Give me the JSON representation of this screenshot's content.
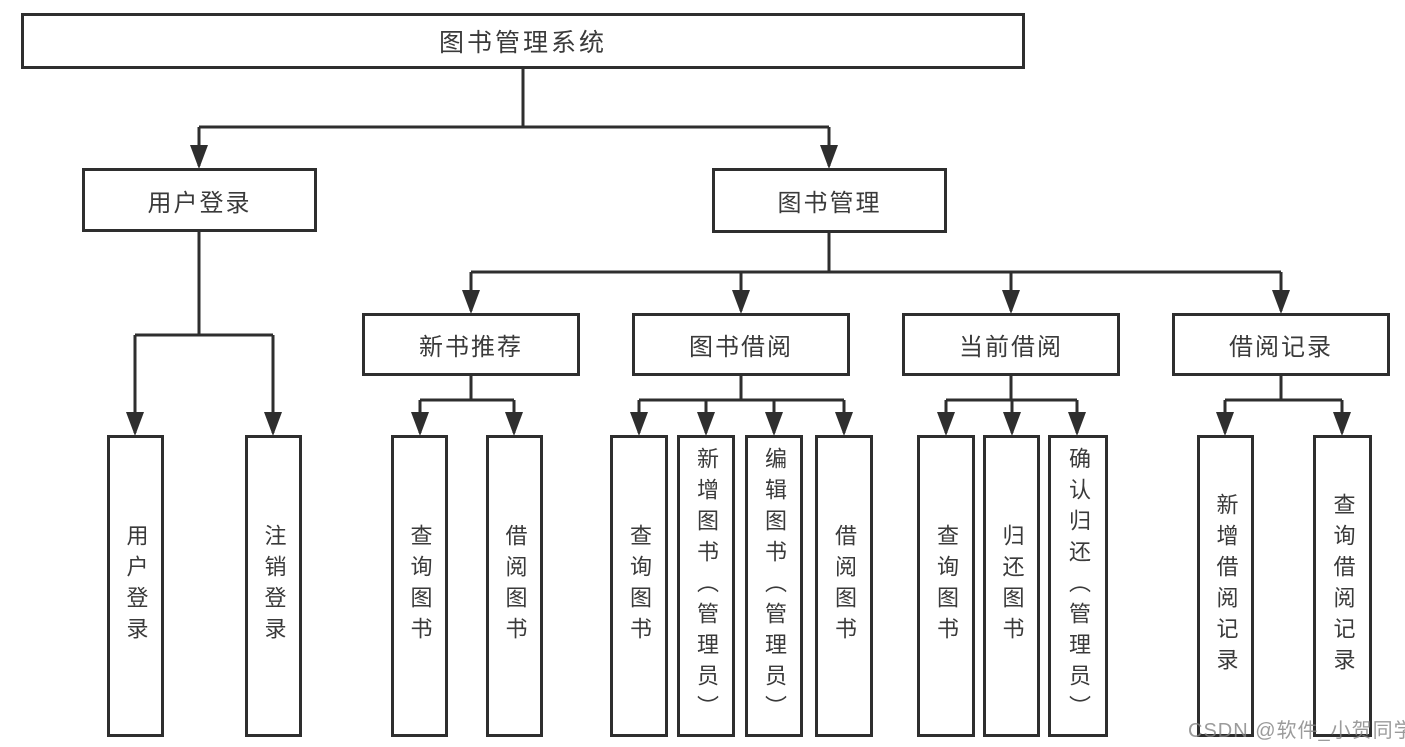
{
  "colors": {
    "line": "#2e2e2e",
    "text": "#3a3a3a",
    "watermark": "#828282"
  },
  "tree": {
    "root": {
      "label": "图书管理系统"
    },
    "branches": [
      {
        "label": "用户登录",
        "children": [
          {
            "label": "用户登录"
          },
          {
            "label": "注销登录"
          }
        ]
      },
      {
        "label": "图书管理",
        "groups": [
          {
            "label": "新书推荐",
            "children": [
              {
                "label": "查询图书"
              },
              {
                "label": "借阅图书"
              }
            ]
          },
          {
            "label": "图书借阅",
            "children": [
              {
                "label": "查询图书"
              },
              {
                "label": "新增图书（管理员）"
              },
              {
                "label": "编辑图书（管理员）"
              },
              {
                "label": "借阅图书"
              }
            ]
          },
          {
            "label": "当前借阅",
            "children": [
              {
                "label": "查询图书"
              },
              {
                "label": "归还图书"
              },
              {
                "label": "确认归还（管理员）"
              }
            ]
          },
          {
            "label": "借阅记录",
            "children": [
              {
                "label": "新增借阅记录"
              },
              {
                "label": "查询借阅记录"
              }
            ]
          }
        ]
      }
    ]
  },
  "watermark": {
    "text": "CSDN @软件_小贺同学"
  }
}
